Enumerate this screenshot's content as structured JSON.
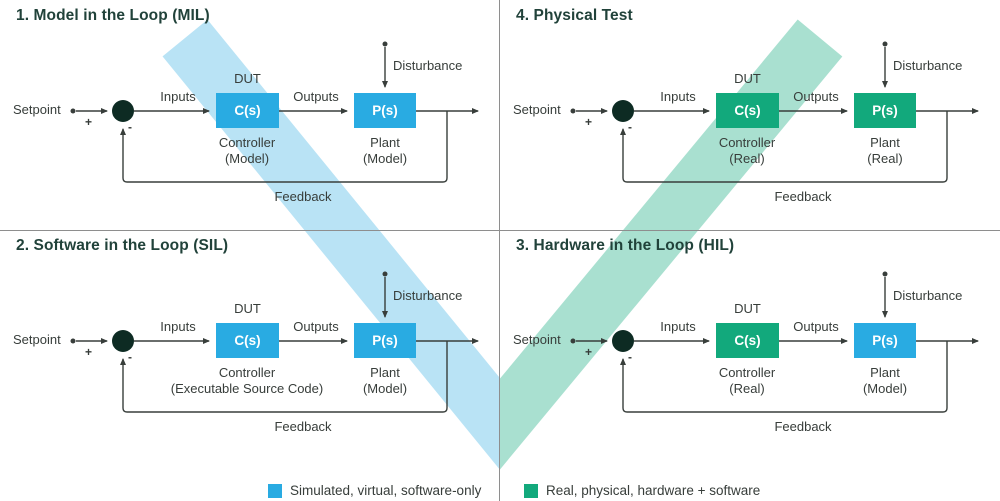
{
  "colors": {
    "simulated_blue": "#29ABE2",
    "real_green": "#12A97C",
    "band_blue": "rgba(41,171,226,0.33)",
    "band_green": "rgba(18,169,124,0.36)",
    "ink": "#383E3B",
    "heading": "#21423A",
    "junction": "#0D2B23",
    "divider": "#8E8E8E"
  },
  "common": {
    "setpoint": "Setpoint",
    "plus": "+",
    "minus": "-",
    "inputs": "Inputs",
    "dut": "DUT",
    "outputs": "Outputs",
    "disturbance": "Disturbance",
    "feedback": "Feedback",
    "controller_block": "C(s)",
    "plant_block": "P(s)"
  },
  "quadrants": [
    {
      "title": "1. Model in the Loop (MIL)",
      "controller_label": "Controller",
      "controller_sub": "(Model)",
      "plant_label": "Plant",
      "plant_sub": "(Model)",
      "controller_color": "#29ABE2",
      "plant_color": "#29ABE2"
    },
    {
      "title": "2. Software in the Loop (SIL)",
      "controller_label": "Controller",
      "controller_sub": "(Executable Source Code)",
      "plant_label": "Plant",
      "plant_sub": "(Model)",
      "controller_color": "#29ABE2",
      "plant_color": "#29ABE2"
    },
    {
      "title": "3. Hardware in the Loop (HIL)",
      "controller_label": "Controller",
      "controller_sub": "(Real)",
      "plant_label": "Plant",
      "plant_sub": "(Model)",
      "controller_color": "#12A97C",
      "plant_color": "#29ABE2"
    },
    {
      "title": "4. Physical Test",
      "controller_label": "Controller",
      "controller_sub": "(Real)",
      "plant_label": "Plant",
      "plant_sub": "(Real)",
      "controller_color": "#12A97C",
      "plant_color": "#12A97C"
    }
  ],
  "legend": {
    "simulated": {
      "label": "Simulated, virtual, software-only",
      "color": "#29ABE2"
    },
    "real": {
      "label": "Real, physical, hardware + software",
      "color": "#12A97C"
    }
  }
}
